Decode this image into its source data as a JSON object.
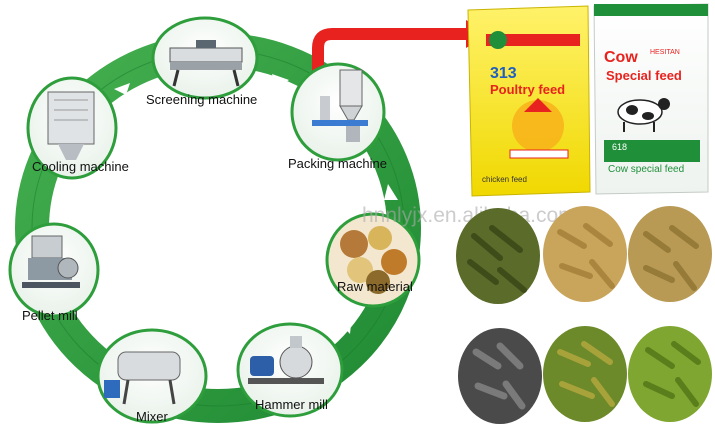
{
  "cycle": {
    "stages": [
      {
        "key": "screening",
        "label": "Screening machine"
      },
      {
        "key": "packing",
        "label": "Packing machine"
      },
      {
        "key": "raw",
        "label": "Raw material"
      },
      {
        "key": "hammer",
        "label": "Hammer mill"
      },
      {
        "key": "mixer",
        "label": "Mixer"
      },
      {
        "key": "pellet",
        "label": "Pellet mill"
      },
      {
        "key": "cooling",
        "label": "Cooling machine"
      }
    ],
    "ring_color": "#2e9e3c",
    "arrow_color": "#ffffff"
  },
  "pointer_arrow_color": "#e8231f",
  "watermark": "hnnlyjx.en.alibaba.com",
  "bags": {
    "poultry": {
      "code": "313",
      "name": "Poultry feed",
      "footer": "chicken feed",
      "bg": "#f4e400",
      "accent": "#e8231f"
    },
    "cow": {
      "brand": "HESITAN",
      "title_line1": "Cow",
      "title_line2": "Special feed",
      "code": "618",
      "footer": "Cow special feed",
      "bg": "#ffffff",
      "accent": "#1f8f3a",
      "title_color": "#e8231f"
    }
  },
  "pellets": [
    {
      "key": "p1",
      "color": "#5a6b2a"
    },
    {
      "key": "p2",
      "color": "#c9a55c"
    },
    {
      "key": "p3",
      "color": "#b89a55"
    },
    {
      "key": "p4",
      "color": "#4a4a4a"
    },
    {
      "key": "p5",
      "color": "#6c8a2a"
    },
    {
      "key": "p6",
      "color": "#7ea630"
    }
  ]
}
